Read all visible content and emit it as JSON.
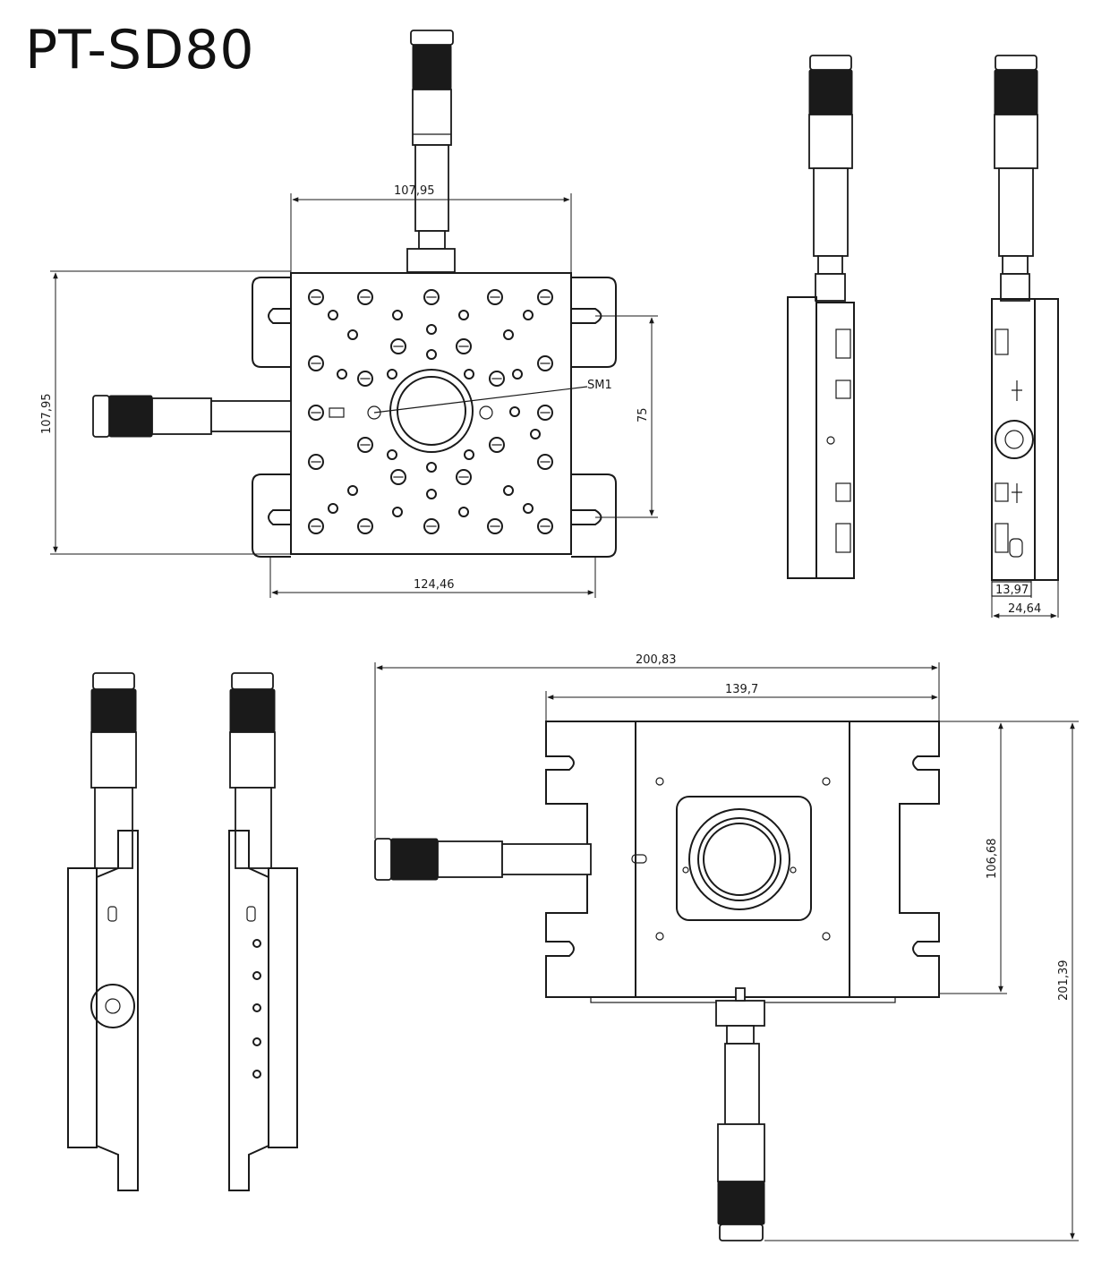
{
  "model": "PT-SD80",
  "dimensions": {
    "top_width": "107,95",
    "top_height": "107,95",
    "base_width": "124,46",
    "slot_spacing": "75",
    "thread_label": "SM1",
    "side_depth_inner": "13,97",
    "side_depth_outer": "24,64",
    "overall_width": "200,83",
    "base_length": "139,7",
    "base_height": "106,68",
    "overall_height": "201,39"
  },
  "colors": {
    "line": "#1a1a1a",
    "background": "#ffffff",
    "knob": "#1a1a1a"
  }
}
